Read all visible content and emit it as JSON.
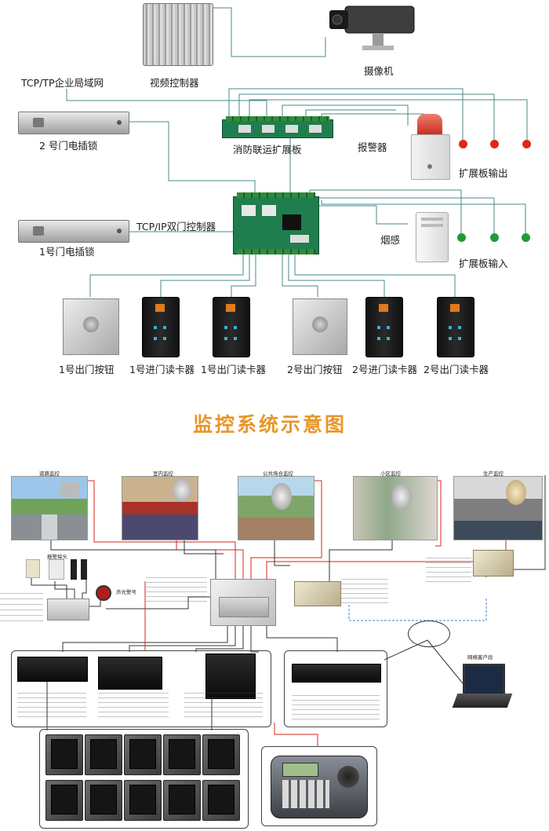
{
  "top": {
    "camera_label": "摄像机",
    "video_controller_label": "视频控制器",
    "lan_label": "TCP/TP企业局域网",
    "fire_board_label": "消防联运扩展板",
    "alarm_label": "报警器",
    "expansion_output_label": "扩展板输出",
    "smoke_label": "烟感",
    "expansion_input_label": "扩展板输入",
    "door_controller_label": "TCP/IP双门控制器",
    "lock2_label": "2 号门电插锁",
    "lock1_label": "1号门电插锁",
    "bottom_devices": [
      "1号出门按钮",
      "1号进门读卡器",
      "1号出门读卡器",
      "2号出门按钮",
      "2号进门读卡器",
      "2号出门读卡器"
    ]
  },
  "diagram_title": "监控系统示意图",
  "scenes": [
    "道路监控",
    "室内监控",
    "公共场合监控",
    "小区监控",
    "生产监控"
  ],
  "alarm_probe_label": "报警探头",
  "siren_label": "声光警号",
  "client_label": "网络客户段",
  "colors": {
    "title": "#e8962a",
    "red_led": "#e0261b",
    "green_led": "#1e9b3b",
    "wire_red": "#d9261c",
    "wire_dark": "#333333",
    "wire_blue": "#4a7fc0"
  }
}
